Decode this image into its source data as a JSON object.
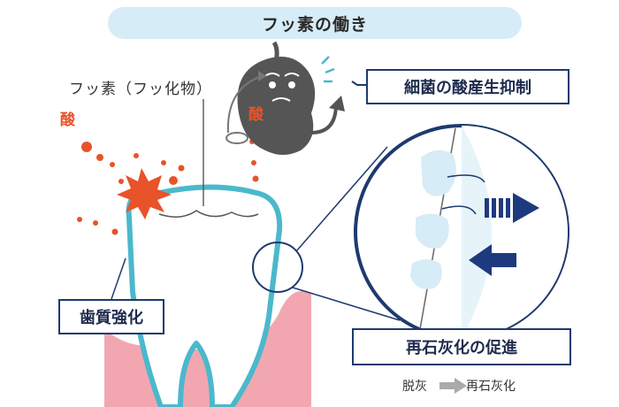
{
  "title": "フッ素の働き",
  "fluoride_label": "フッ素（フッ化物）",
  "acid_left": "酸",
  "acid_right": "酸",
  "labels": {
    "acid_suppress": "細菌の酸産生抑制",
    "enamel": "歯質強化",
    "remineralization": "再石灰化の促進"
  },
  "legend": {
    "demineralization": "脱灰",
    "remineralization": "再石灰化"
  },
  "colors": {
    "banner": "#d6ecf7",
    "acid": "#e8532a",
    "gum": "#f2a7b0",
    "enamel_outline": "#4bb8cc",
    "label_border": "#1e3a6e",
    "arrow_dark": "#1e3a7e",
    "legend_arrow": "#aaaaaa"
  },
  "icons": [
    "bacteria-character-icon",
    "circular-arrow-icon",
    "stress-lines-icon",
    "acid-splash-icon"
  ]
}
